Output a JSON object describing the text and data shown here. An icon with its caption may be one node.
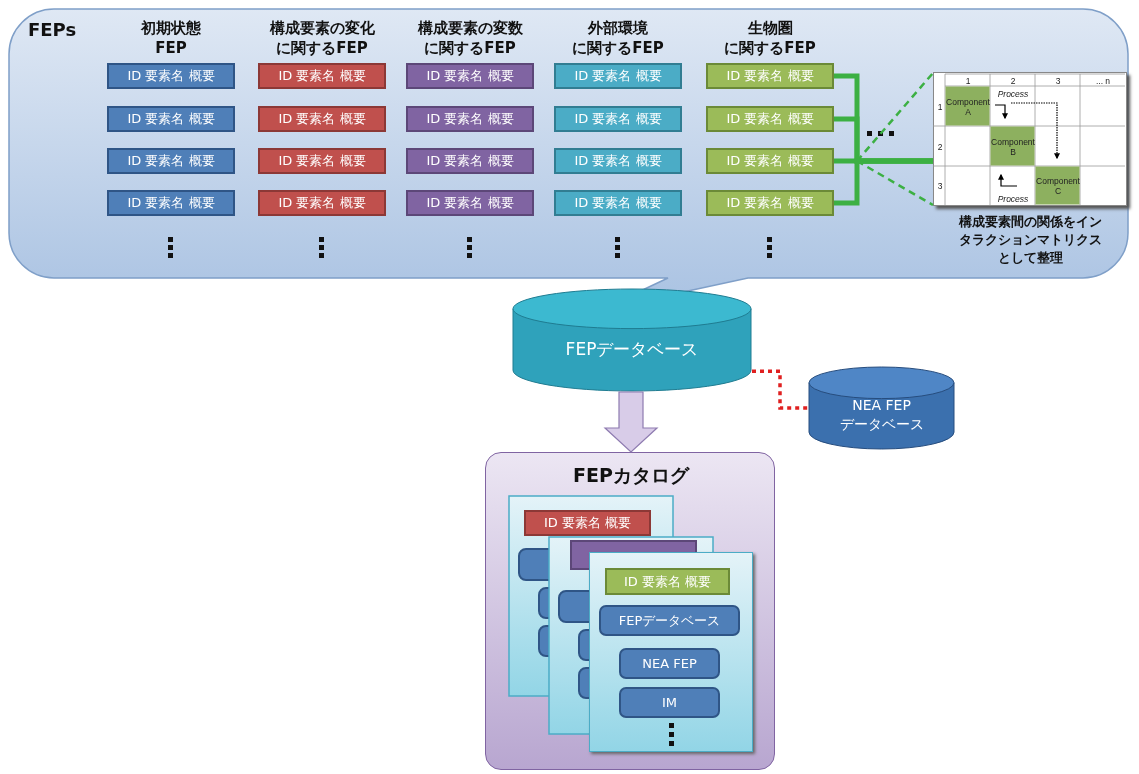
{
  "diagram": {
    "nodes": [
      {
        "text": [
          "FEPs"
        ]
      },
      {
        "text": [
          "ID 要素名 概要"
        ],
        "in": 0
      },
      {
        "text": [
          "ID 要素名 概要"
        ],
        "in": 0
      },
      {
        "text": [
          "ID 要素名 概要"
        ],
        "in": 0
      },
      {
        "text": [
          "ID 要素名 概要"
        ],
        "in": 0
      },
      {
        "text": [
          "ID 要素名 概要"
        ],
        "in": 0
      },
      {
        "text": [
          "ID 要素名 概要"
        ],
        "in": 0
      },
      {
        "text": [
          "ID 要素名 概要"
        ],
        "in": 0
      },
      {
        "text": [
          "ID 要素名 概要"
        ],
        "in": 0
      },
      {
        "text": [
          "ID 要素名 概要"
        ],
        "in": 0
      },
      {
        "text": [
          "ID 要素名 概要"
        ],
        "in": 0
      },
      {
        "text": [
          "ID 要素名 概要"
        ],
        "in": 0
      },
      {
        "text": [
          "ID 要素名 概要"
        ],
        "in": 0
      },
      {
        "text": [
          "ID 要素名 概要"
        ],
        "in": 0
      },
      {
        "text": [
          "ID 要素名 概要"
        ],
        "in": 0
      },
      {
        "text": [
          "ID 要素名 概要"
        ],
        "in": 0
      },
      {
        "text": [
          "ID 要素名 概要"
        ],
        "in": 0
      },
      {
        "text": [
          "ID 要素名 概要"
        ],
        "in": 0
      },
      {
        "text": [
          "ID 要素名 概要"
        ],
        "in": 0
      },
      {
        "text": [
          "ID 要素名 概要"
        ],
        "in": 0
      },
      {
        "text": [
          "ID 要素名 概要"
        ],
        "in": 0
      },
      {
        "text": [],
        "shape": "picture",
        "in": 0,
        "beside": [
          "構成要素間の関係をインタラクションマトリクスとして整理"
        ]
      },
      {
        "text": [
          "FEPデータベース"
        ]
      },
      {
        "text": [
          "NEA FEPデータベース"
        ]
      },
      {
        "text": [
          "FEPカタログ"
        ]
      },
      {
        "text": [
          "ID 要素名 概要"
        ],
        "in": 24
      },
      {
        "text": [],
        "shape": "box",
        "in": 24
      },
      {
        "text": [
          "ID 要素名 概要"
        ],
        "in": 26
      },
      {
        "text": [
          "FEPデータベース"
        ],
        "in": 26
      },
      {
        "text": [
          "NEA FEP"
        ],
        "in": 26
      },
      {
        "text": [
          "IM"
        ],
        "in": 26
      }
    ],
    "edges": [
      {
        "from": 5,
        "to": 21,
        "arrow": "none",
        "color": "#3cb043"
      },
      {
        "from": 10,
        "to": 21,
        "arrow": "none",
        "color": "#3cb043"
      },
      {
        "from": 15,
        "to": 21,
        "arrow": "none",
        "color": "#3cb043"
      },
      {
        "from": 20,
        "to": 21,
        "arrow": "none",
        "color": "#3cb043"
      },
      {
        "from": 22,
        "to": 23,
        "arrow": "none",
        "style": "dashed",
        "color": "#e02020"
      },
      {
        "from": 22,
        "to": 24,
        "arrow": "to"
      }
    ],
    "labels": [
      "初期状態FEP",
      "構成要素の変化に関するFEP",
      "構成要素の変数に関するFEP",
      "外部環境に関するFEP",
      "生物圏に関するFEP",
      "1",
      "2",
      "3",
      "... n",
      "1",
      "Component A",
      "Process",
      "2",
      "Component B",
      "3",
      "Component C",
      "Process"
    ]
  }
}
